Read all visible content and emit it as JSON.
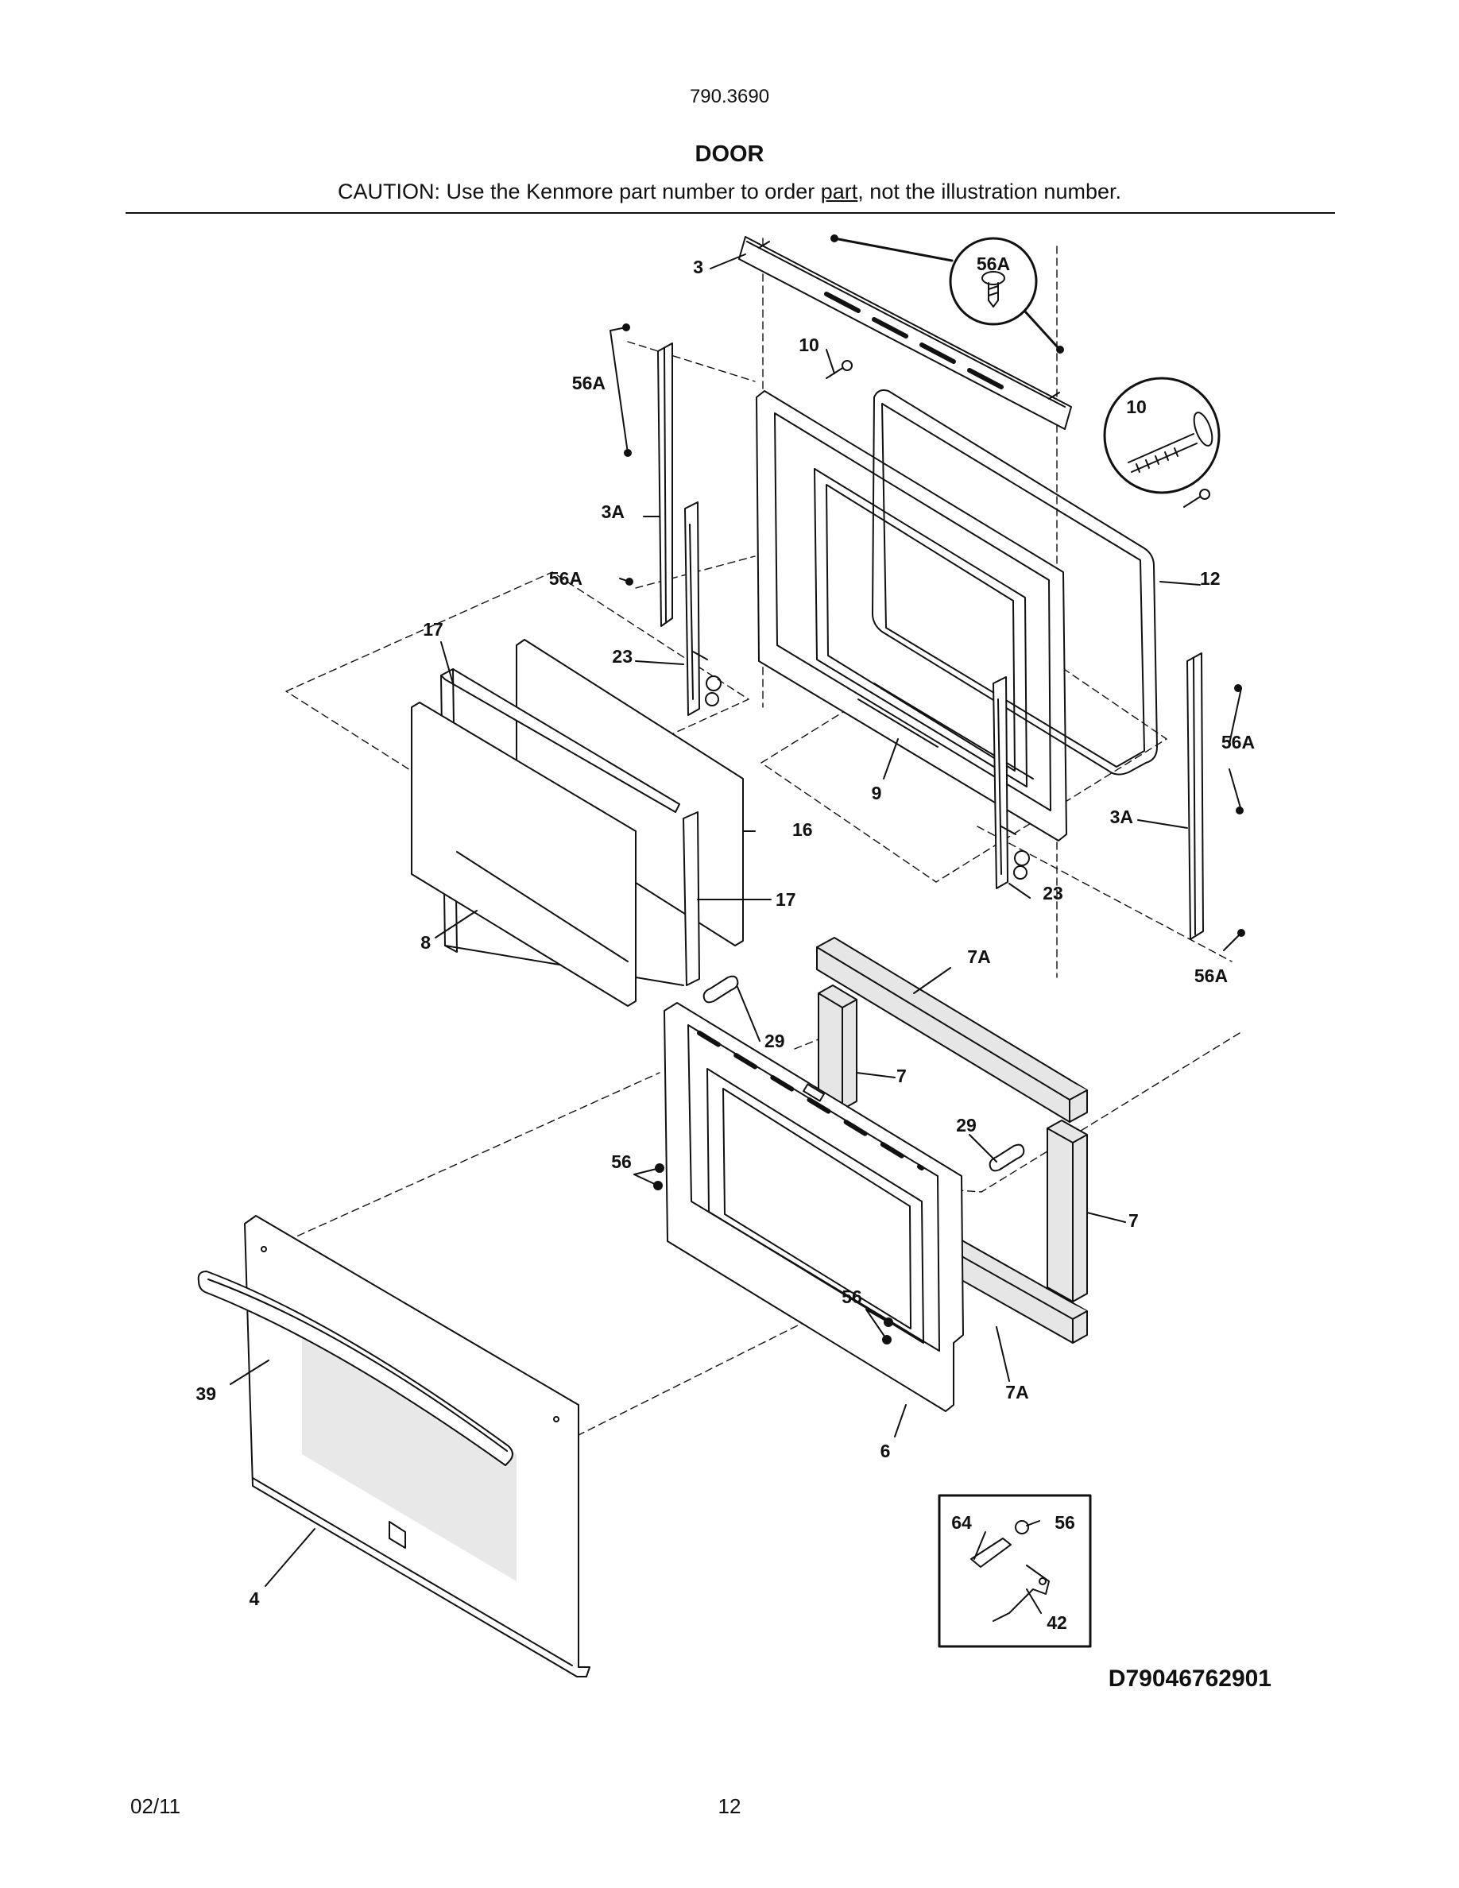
{
  "header": {
    "model_number": "790.3690",
    "section_title": "DOOR",
    "caution_prefix": "CAUTION: Use the Kenmore part number to order ",
    "caution_link": "part",
    "caution_suffix": ", not the illustration number."
  },
  "labels": {
    "p3": "3",
    "p3a_left": "3A",
    "p3a_right": "3A",
    "p4": "4",
    "p6": "6",
    "p7_upper": "7",
    "p7_lower": "7",
    "p7a_upper": "7A",
    "p7a_lower": "7A",
    "p8": "8",
    "p9": "9",
    "p10": "10",
    "p10_detail": "10",
    "p12": "12",
    "p16": "16",
    "p17_top": "17",
    "p17_bottom": "17",
    "p23_left": "23",
    "p23_right": "23",
    "p29_left": "29",
    "p29_right": "29",
    "p39": "39",
    "p42": "42",
    "p56_left": "56",
    "p56_center": "56",
    "p56_detail": "56",
    "p56a_detail": "56A",
    "p56a_left_top": "56A",
    "p56a_left_mid": "56A",
    "p56a_right_top": "56A",
    "p56a_right_bottom": "56A",
    "p64": "64"
  },
  "drawing_number": "D79046762901",
  "footer": {
    "date": "02/11",
    "page": "12"
  }
}
